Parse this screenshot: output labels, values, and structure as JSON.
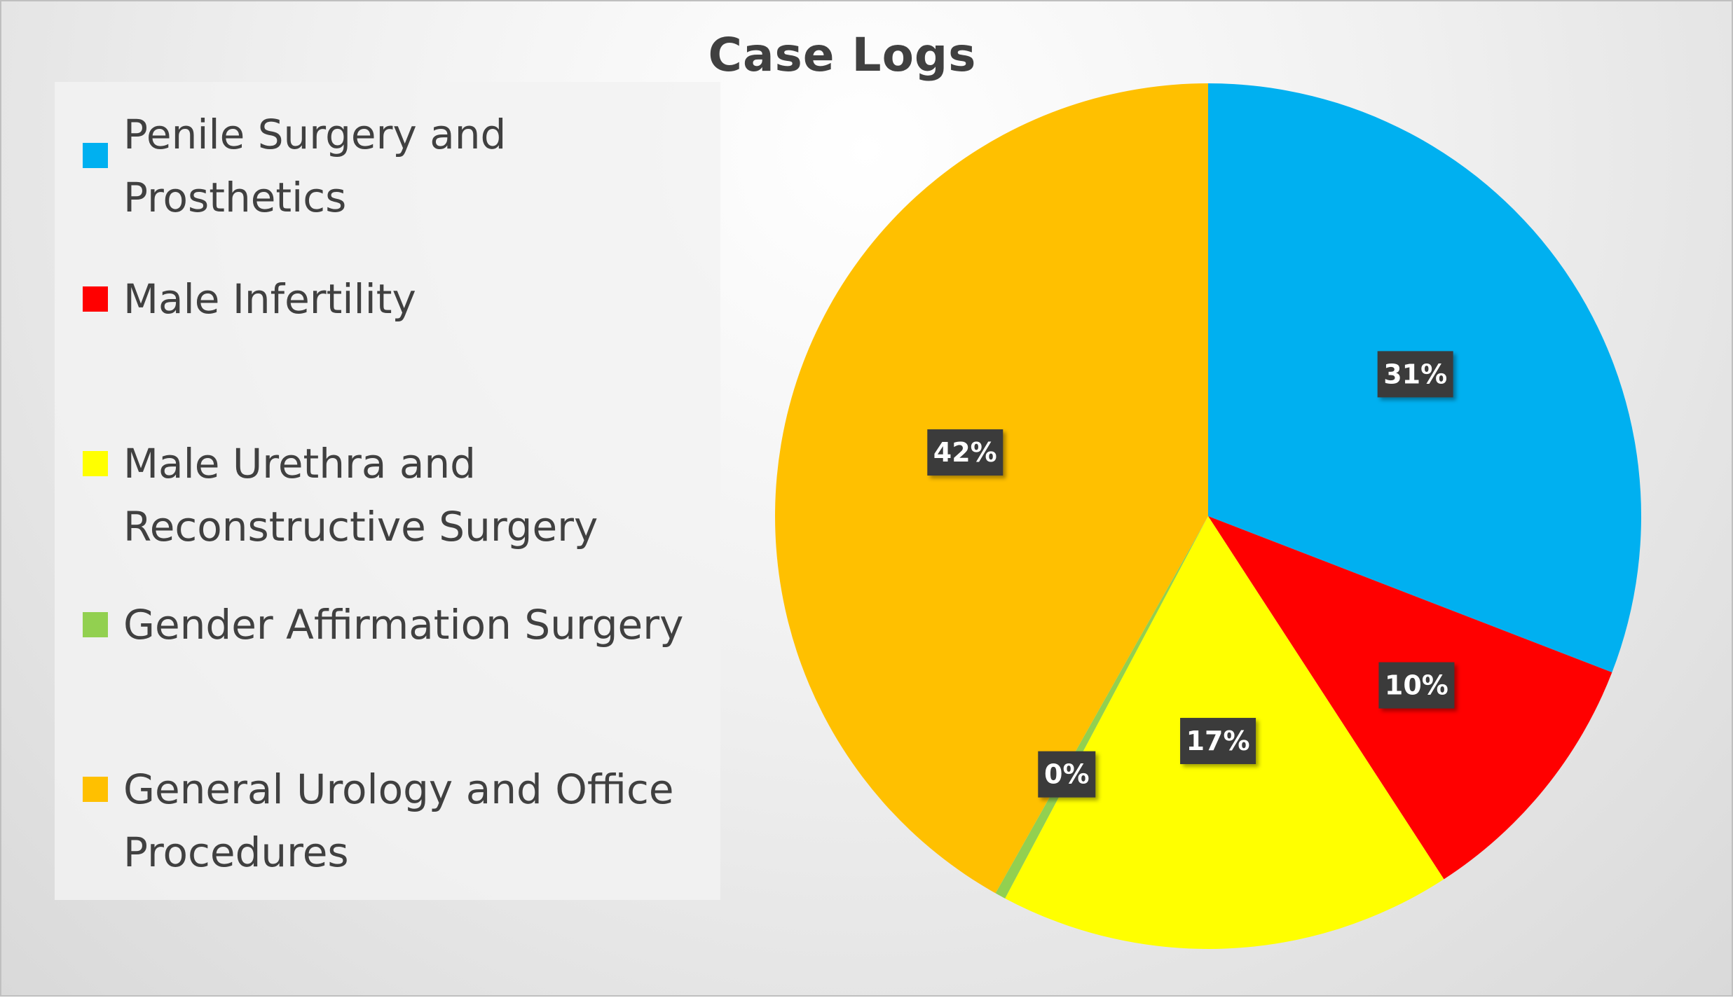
{
  "chart_data": {
    "type": "pie",
    "title": "Case Logs",
    "categories": [
      "Penile Surgery and Prosthetics",
      "Male Infertility",
      "Male Urethra and Reconstructive Surgery",
      "Gender Affirmation Surgery",
      "General Urology and Office Procedures"
    ],
    "values": [
      31,
      10,
      17,
      0.4,
      42
    ],
    "data_labels": [
      "31%",
      "10%",
      "17%",
      "0%",
      "42%"
    ],
    "colors": [
      "#00B0F0",
      "#FF0000",
      "#FFFF00",
      "#92D050",
      "#FFC000"
    ],
    "legend_position": "left"
  }
}
